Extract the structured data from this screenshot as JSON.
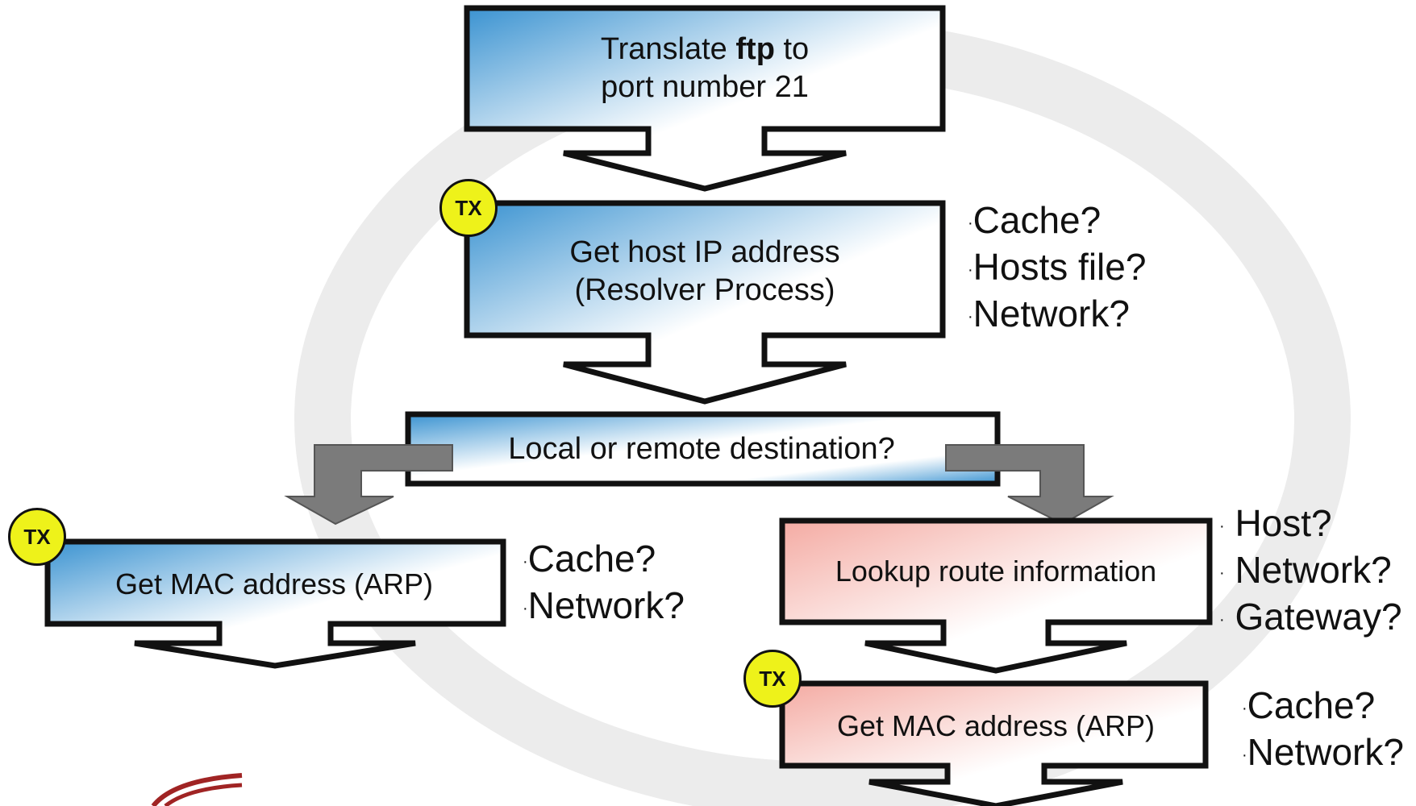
{
  "colors": {
    "blue_gradient": "#4a9fd6",
    "pink_gradient": "#f4b3ab",
    "gray_arrow": "#7b7b7b",
    "badge": "#eef21a",
    "stroke": "#111111"
  },
  "steps": {
    "translate": {
      "prefix": "Translate ",
      "bold": "ftp",
      "suffix": " to",
      "line2": "port number 21"
    },
    "resolve": {
      "line1": "Get host IP address",
      "line2": "(Resolver Process)"
    },
    "decide": {
      "text": "Local or remote destination?"
    },
    "mac_local": {
      "text": "Get MAC address (ARP)"
    },
    "route": {
      "text": "Lookup route information"
    },
    "mac_remote": {
      "text": "Get MAC address (ARP)"
    }
  },
  "badge_label": "TX",
  "notes": {
    "resolver": [
      "Cache?",
      "Hosts file?",
      "Network?"
    ],
    "mac_local": [
      "Cache?",
      "Network?"
    ],
    "route": [
      "Host?",
      "Network?",
      "Gateway?"
    ],
    "mac_remote": [
      "Cache?",
      "Network?"
    ]
  },
  "bullet": "·"
}
